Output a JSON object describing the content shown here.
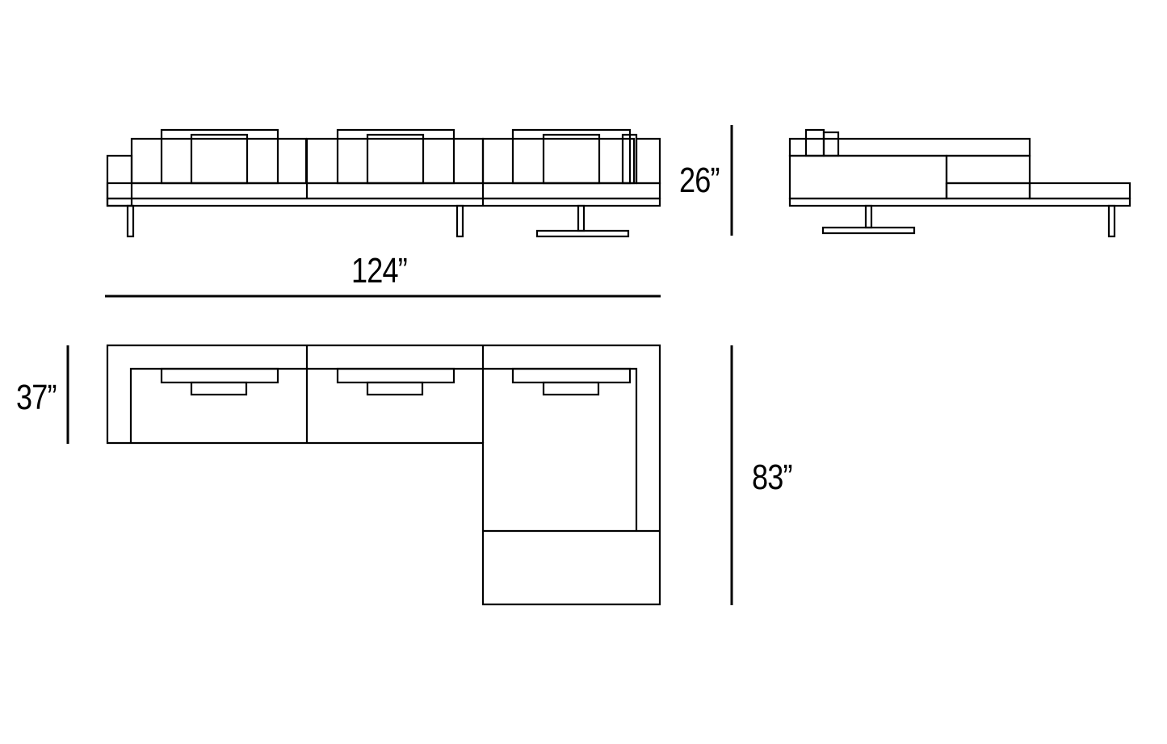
{
  "dimensions": {
    "height": "26”",
    "width": "124”",
    "depth": "37”",
    "chaise_length": "83”"
  },
  "colors": {
    "line": "#000000",
    "background": "#ffffff"
  }
}
